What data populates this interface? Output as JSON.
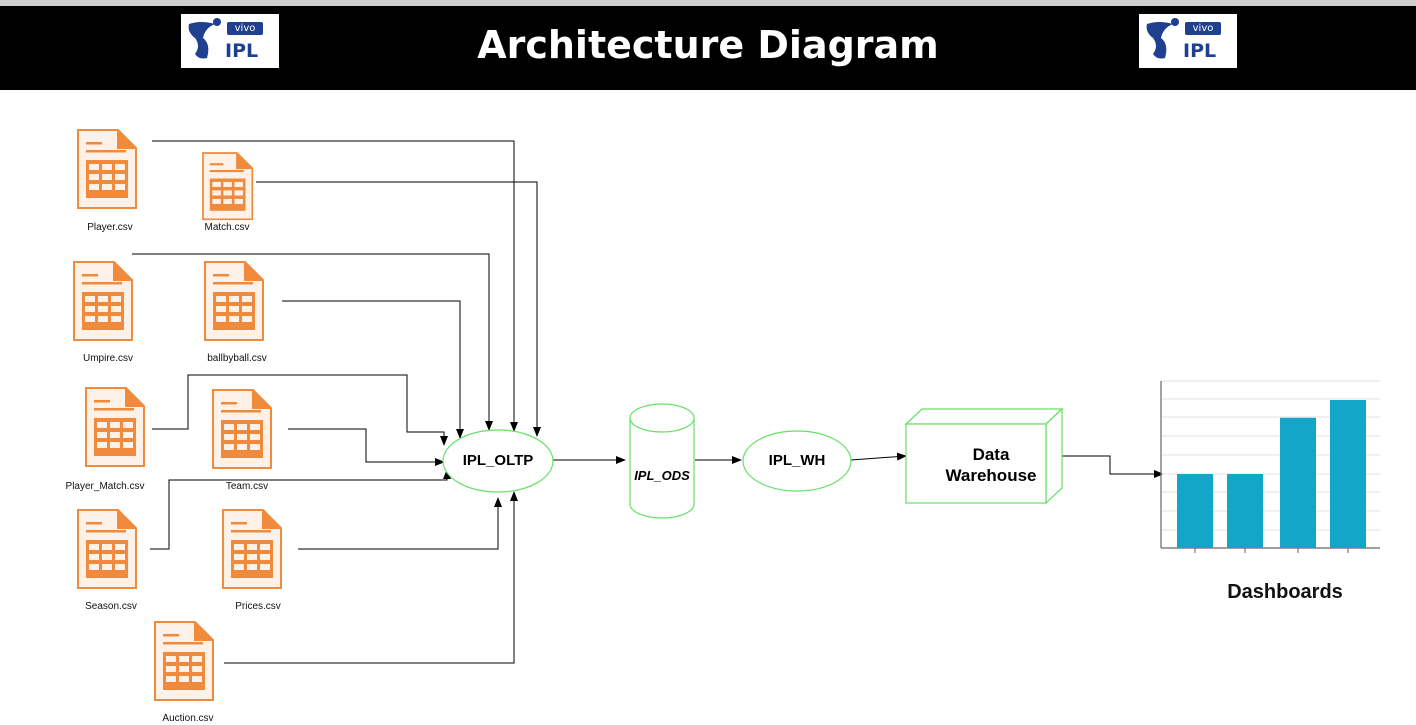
{
  "header": {
    "title": "Architecture Diagram",
    "logo_vivo": "vivo",
    "logo_text": "IPL"
  },
  "sources": [
    {
      "label": "Player.csv"
    },
    {
      "label": "Match.csv"
    },
    {
      "label": "Umpire.csv"
    },
    {
      "label": "ballbyball.csv"
    },
    {
      "label": "Player_Match.csv"
    },
    {
      "label": "Team.csv"
    },
    {
      "label": "Season.csv"
    },
    {
      "label": "Prices.csv"
    },
    {
      "label": "Auction.csv"
    }
  ],
  "nodes": {
    "oltp": "IPL_OLTP",
    "ods": "IPL_ODS",
    "wh": "IPL_WH",
    "warehouse": "Data\nWarehouse",
    "dashboards": "Dashboards"
  },
  "colors": {
    "file": "#f08a3c",
    "node_outline": "#66e066",
    "bar": "#13a6c9",
    "header": "#000000"
  },
  "dashboard_chart": {
    "bars": [
      0.5,
      0.5,
      0.88,
      1.0
    ]
  }
}
